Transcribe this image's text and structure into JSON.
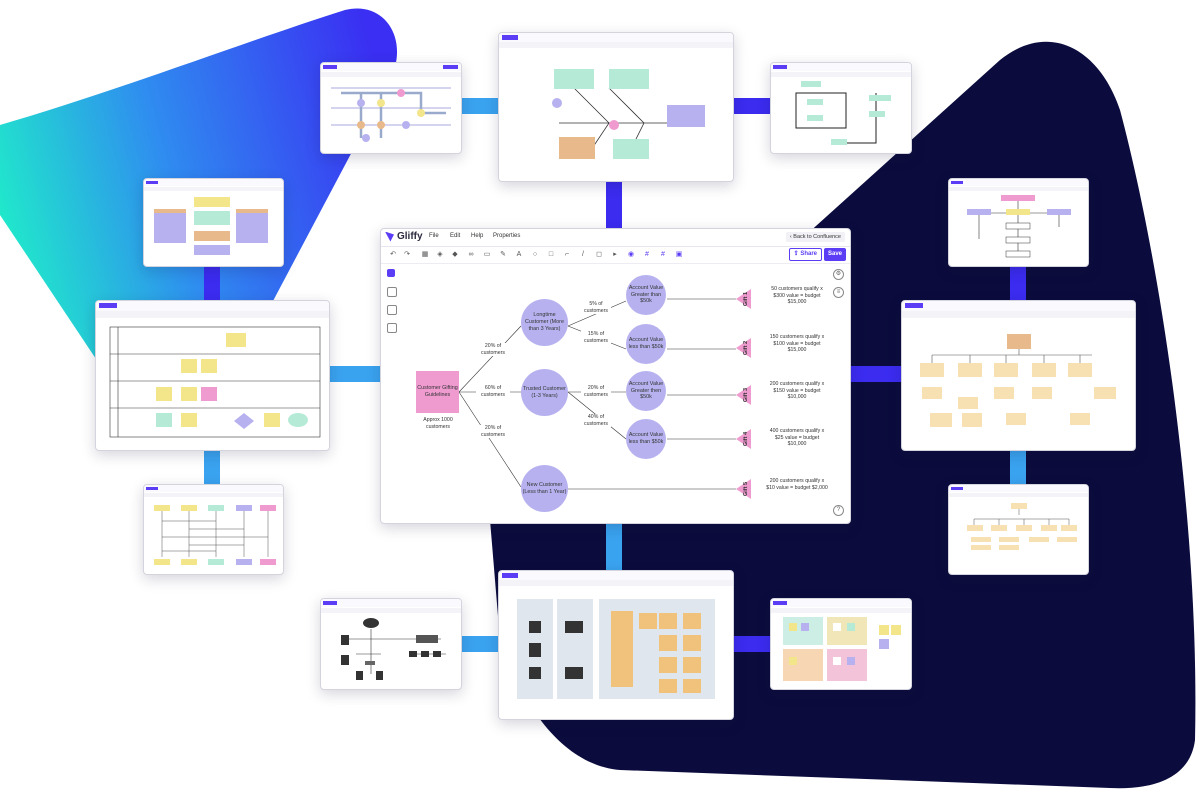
{
  "colors": {
    "accent": "#5b3df5",
    "circle": "#b7b2ef",
    "pink": "#ef9bd0",
    "navy": "#0b0c3d",
    "teal": "#1de9c7",
    "blue": "#3a55f0",
    "connector_blue": "#3aa3f0",
    "connector_indigo": "#3b2cf0"
  },
  "app": {
    "logo": "Gliffy",
    "menu": [
      "File",
      "Edit",
      "Help",
      "Properties"
    ],
    "back_label": "Back to Confluence",
    "share_label": "Share",
    "save_label": "Save"
  },
  "icons": [
    "undo-icon",
    "redo-icon",
    "grid-icon",
    "layers-icon",
    "shapes-icon",
    "link-icon",
    "comment-icon",
    "pen-icon",
    "text-icon",
    "circle-icon",
    "square-icon",
    "line-icon",
    "connector-icon",
    "note-icon",
    "pointer-icon",
    "hand-icon",
    "hash-icon",
    "table-icon",
    "image-icon"
  ],
  "diagram": {
    "root": {
      "label": "Customer Gifting Guidelines",
      "sub": "Approx 1000 customers"
    },
    "segments": [
      {
        "label": "Longtime Customer (More than 3 Years)",
        "edge": "20% of customers"
      },
      {
        "label": "Trusted Customer (1-3 Years)",
        "edge": "60% of customers"
      },
      {
        "label": "New Customer (Less than 1 Year)",
        "edge": "20% of customers"
      }
    ],
    "values": [
      {
        "label": "Account Value Greater than $50k",
        "edge": "5% of customers"
      },
      {
        "label": "Account Value less than $50k",
        "edge": "15% of customers"
      },
      {
        "label": "Account Value Greater then $50k",
        "edge": "20% of customers"
      },
      {
        "label": "Account Value less than $50k",
        "edge": "40% of customers"
      }
    ],
    "gifts": [
      {
        "name": "Gift 1",
        "text": "50 customers qualify x $300 value = budget $15,000"
      },
      {
        "name": "Gift 2",
        "text": "150 customers qualify x $100 value = budget $15,000"
      },
      {
        "name": "Gift 3",
        "text": "200 customers qualify x $150 value = budget $10,000"
      },
      {
        "name": "Gift 4",
        "text": "400 customers qualify x $25 value = budget $10,000"
      },
      {
        "name": "Gift 5",
        "text": "200 customers qualify x $10 value = budget $2,000"
      }
    ]
  },
  "thumbnails": [
    {
      "id": "thumb-subway"
    },
    {
      "id": "thumb-fishbone"
    },
    {
      "id": "thumb-flowchart-loop"
    },
    {
      "id": "thumb-org-boxes"
    },
    {
      "id": "thumb-sitemap"
    },
    {
      "id": "thumb-swimlane"
    },
    {
      "id": "thumb-mindmap"
    },
    {
      "id": "thumb-sequence"
    },
    {
      "id": "thumb-tree"
    },
    {
      "id": "thumb-network"
    },
    {
      "id": "thumb-cloud"
    },
    {
      "id": "thumb-sticky-board"
    }
  ]
}
